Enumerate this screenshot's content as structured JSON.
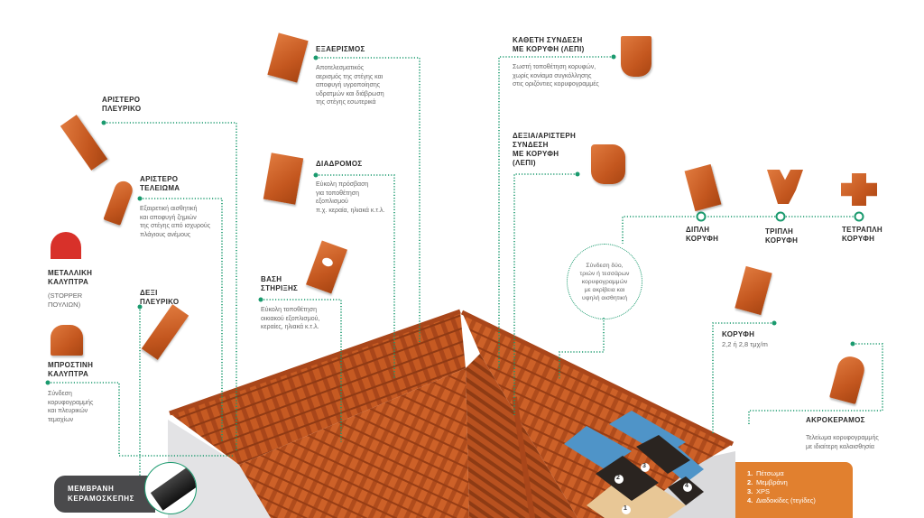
{
  "colors": {
    "accent": "#1a9a6e",
    "tile": "#c65a22",
    "legend": "#e1802f",
    "membrane_box": "#4a4a4c"
  },
  "items": {
    "left_side": {
      "title": "ΑΡΙΣΤΕΡΟ\nΠΛΕΥΡΙΚΟ"
    },
    "left_finish": {
      "title": "ΑΡΙΣΤΕΡΟ\nΤΕΛΕΙΩΜΑ",
      "desc": "Εξαιρετική αισθητική\nκαι αποφυγή ζημιών\nτης στέγης από ισχυρούς\nπλάγιους ανέμους"
    },
    "metal_cap": {
      "title": "ΜΕΤΑΛΛΙΚΗ\nΚΑΛΥΠΤΡΑ",
      "desc": "(STOPPER\nΠΟΥΛΙΩΝ)"
    },
    "right_side": {
      "title": "ΔΕΞΙ\nΠΛΕΥΡΙΚΟ"
    },
    "front_cap": {
      "title": "ΜΠΡΟΣΤΙΝΗ\nΚΑΛΥΠΤΡΑ",
      "desc": "Σύνδεση\nκορυφογραμμής\nκαι πλευρικών\nτεμαχίων"
    },
    "ventilation": {
      "title": "ΕΞΑΕΡΙΣΜΟΣ",
      "desc": "Αποτελεσματικός\nαερισμός της στέγης και\nαποφυγή υγροποίησης\nυδρατμών και διάβρωση\nτης στέγης εσωτερικά"
    },
    "walkway": {
      "title": "ΔΙΑΔΡΟΜΟΣ",
      "desc": "Εύκολη πρόσβαση\nγια τοποθέτηση\nεξοπλισμού\nπ.χ. κεραία, ηλιακά κ.τ.λ."
    },
    "support_base": {
      "title": "ΒΑΣΗ\nΣΤΗΡΙΞΗΣ",
      "desc": "Εύκολη τοποθέτηση\nοικιακού εξοπλισμού,\nκεραίες, ηλιακά κ.τ.λ."
    },
    "vertical_ridge": {
      "title": "ΚΑΘΕΤΗ ΣΥΝΔΕΣΗ\nΜΕ ΚΟΡΥΦΗ (ΛΕΠΙ)",
      "desc": "Σωστή τοποθέτηση κορυφών,\nχωρίς κονίαμα συγκόλλησης\nστις οριζόντιες κορυφογραμμές"
    },
    "side_ridge": {
      "title": "ΔΕΞΙΑ/ΑΡΙΣΤΕΡΗ\nΣΥΝΔΕΣΗ\nΜΕ ΚΟΡΥΦΗ\n(ΛΕΠΙ)"
    },
    "double_ridge": {
      "title": "ΔΙΠΛΗ\nΚΟΡΥΦΗ"
    },
    "triple_ridge": {
      "title": "ΤΡΙΠΛΗ\nΚΟΡΥΦΗ"
    },
    "quad_ridge": {
      "title": "ΤΕΤΡΑΠΛΗ\nΚΟΡΥΦΗ"
    },
    "ridge_note": "Σύνδεση δύο,\nτριών ή τεσσάρων\nκορυφογραμμών\nμε ακρίβεια και\nυψηλή αισθητική",
    "ridge": {
      "title": "ΚΟΡΥΦΗ",
      "desc": "2,2 ή 2,8 τμχ/m"
    },
    "end_tile": {
      "title": "ΑΚΡΟΚΕΡΑΜΟΣ",
      "desc": "Τελείωμα κορυφογραμμής\nμε ιδιαίτερη καλαισθησία"
    }
  },
  "membrane_label": "ΜΕΜΒΡΑΝΗ\nΚΕΡΑΜΟΣΚΕΠΗΣ",
  "legend": [
    {
      "n": "1.",
      "label": "Πέτσωμα"
    },
    {
      "n": "2.",
      "label": "Μεμβράνη"
    },
    {
      "n": "3.",
      "label": "XPS"
    },
    {
      "n": "4.",
      "label": "Διαδοκίδες (τεγίδες)"
    }
  ],
  "markers": [
    "1",
    "2",
    "3",
    "4"
  ]
}
